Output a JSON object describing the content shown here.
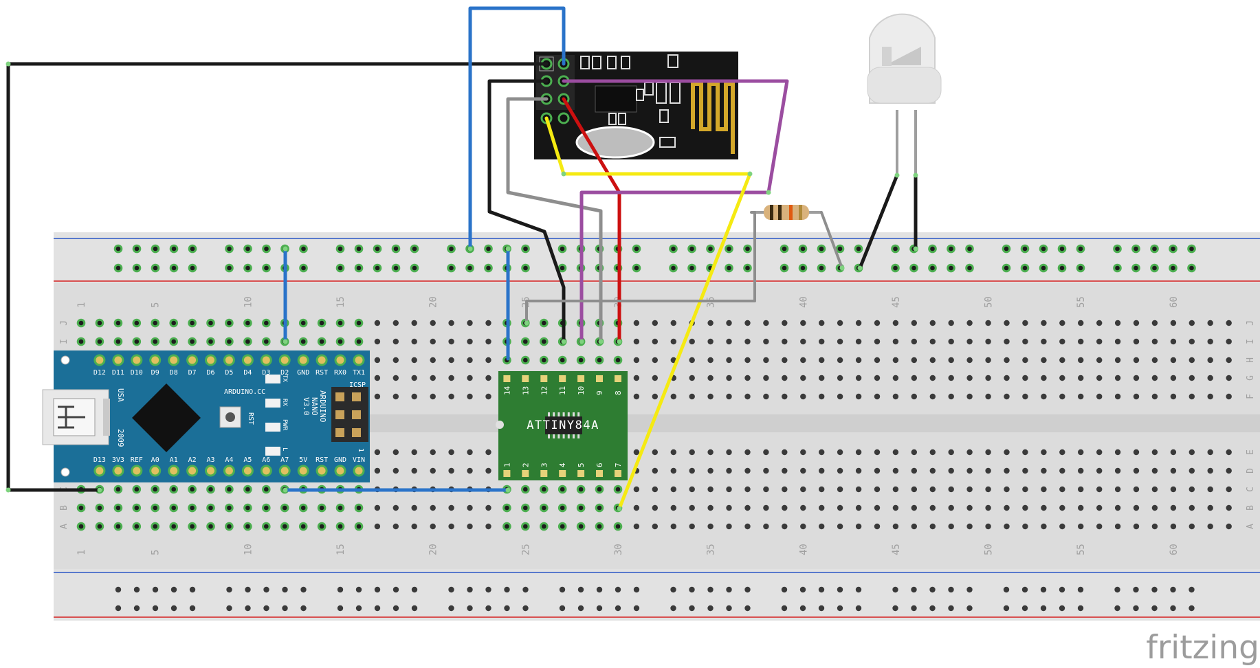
{
  "breadboard": {
    "column_numbers": [
      "1",
      "5",
      "10",
      "15",
      "20",
      "25",
      "30",
      "35",
      "40",
      "45",
      "50",
      "55",
      "60"
    ],
    "row_letters_top": [
      "J",
      "I",
      "H",
      "G",
      "F"
    ],
    "row_letters_bottom": [
      "E",
      "D",
      "C",
      "B",
      "A"
    ]
  },
  "arduino_nano": {
    "top_pin_labels": [
      "D12",
      "D11",
      "D10",
      "D9",
      "D8",
      "D7",
      "D6",
      "D5",
      "D4",
      "D3",
      "D2",
      "GND",
      "RST",
      "RX0",
      "TX1"
    ],
    "bottom_pin_labels": [
      "D13",
      "3V3",
      "REF",
      "A0",
      "A1",
      "A2",
      "A3",
      "A4",
      "A5",
      "A6",
      "A7",
      "5V",
      "RST",
      "GND",
      "VIN"
    ],
    "brand": "ARDUINO.CC",
    "model_lines": [
      "ARDUINO",
      "NANO",
      "V3.0"
    ],
    "usa_label": "USA",
    "year_label": "2009",
    "rst_label": "RST",
    "icsp_label": "ICSP",
    "led_labels": [
      "TX",
      "RX",
      "PWR",
      "L"
    ],
    "pin1_mark": "1"
  },
  "attiny": {
    "label": "ATTINY84A",
    "top_pins": [
      "14",
      "13",
      "12",
      "11",
      "10",
      "9",
      "8"
    ],
    "bottom_pins": [
      "1",
      "2",
      "3",
      "4",
      "5",
      "6",
      "7"
    ]
  },
  "logo": {
    "text": "fritzing"
  },
  "colors": {
    "breadboard": "#dcdcdc",
    "rail_blue": "#2a56c6",
    "rail_red": "#d42020",
    "nano_board": "#1b6f98",
    "attiny_board": "#2e7d32",
    "nrf_board": "#151515",
    "wire_black": "#1a1a1a",
    "wire_blue": "#2a73c9",
    "wire_gray": "#8e8e8e",
    "wire_red": "#cc1010",
    "wire_yellow": "#f5ea12",
    "wire_purple": "#9b4da0",
    "hole_connected": "#4caf50",
    "hole_empty": "#3a3a3a"
  }
}
